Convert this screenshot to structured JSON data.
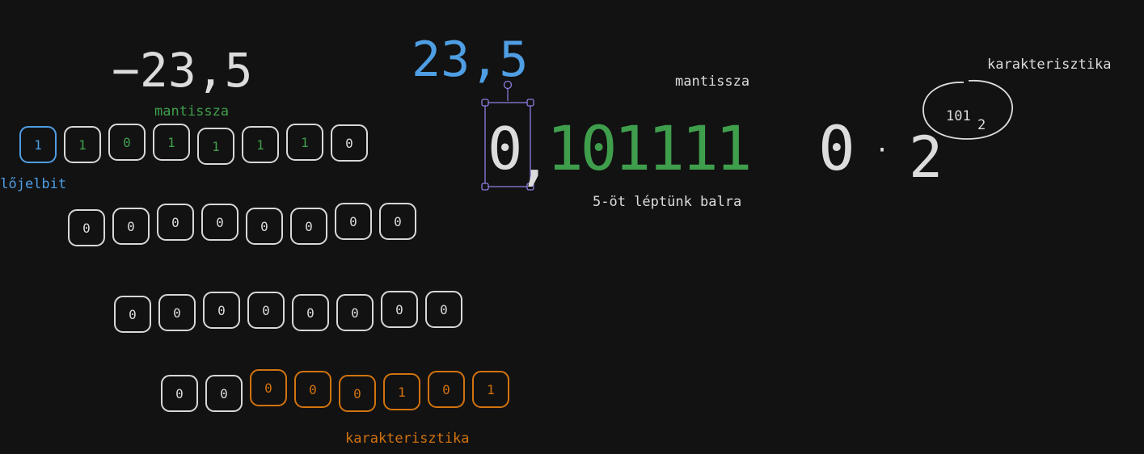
{
  "left": {
    "title": "−23,5",
    "mantissa_label": "mantissza",
    "sign_label": "előjelbit",
    "exponent_label": "karakterisztika",
    "rows": [
      [
        {
          "v": "1",
          "style": "blue"
        },
        {
          "v": "1",
          "style": "green"
        },
        {
          "v": "0",
          "style": "green"
        },
        {
          "v": "1",
          "style": "green"
        },
        {
          "v": "1",
          "style": "green"
        },
        {
          "v": "1",
          "style": "green"
        },
        {
          "v": "1",
          "style": "green"
        },
        {
          "v": "0",
          "style": "plain"
        }
      ],
      [
        {
          "v": "0",
          "style": "plain"
        },
        {
          "v": "0",
          "style": "plain"
        },
        {
          "v": "0",
          "style": "plain"
        },
        {
          "v": "0",
          "style": "plain"
        },
        {
          "v": "0",
          "style": "plain"
        },
        {
          "v": "0",
          "style": "plain"
        },
        {
          "v": "0",
          "style": "plain"
        },
        {
          "v": "0",
          "style": "plain"
        }
      ],
      [
        {
          "v": "0",
          "style": "plain"
        },
        {
          "v": "0",
          "style": "plain"
        },
        {
          "v": "0",
          "style": "plain"
        },
        {
          "v": "0",
          "style": "plain"
        },
        {
          "v": "0",
          "style": "plain"
        },
        {
          "v": "0",
          "style": "plain"
        },
        {
          "v": "0",
          "style": "plain"
        },
        {
          "v": "0",
          "style": "plain"
        }
      ],
      [
        {
          "v": "0",
          "style": "plain"
        },
        {
          "v": "0",
          "style": "plain"
        },
        {
          "v": "0",
          "style": "orange"
        },
        {
          "v": "0",
          "style": "orange"
        },
        {
          "v": "0",
          "style": "orange"
        },
        {
          "v": "1",
          "style": "orange"
        },
        {
          "v": "0",
          "style": "orange"
        },
        {
          "v": "1",
          "style": "orange"
        }
      ]
    ]
  },
  "right": {
    "title": "23,5",
    "mantissa_label": "mantissza",
    "shift_note": "5-öt léptünk balra",
    "exponent_label": "karakterisztika",
    "expression": {
      "int_part": "0",
      "comma": ",",
      "mantissa_digits": "101111",
      "trailing_digit": "0",
      "dot": "·",
      "base": "2"
    },
    "exponent_value": "101",
    "exponent_sub": "2"
  },
  "colors": {
    "background": "#121212",
    "text": "#dcdcdc",
    "green": "#3f9e4c",
    "blue": "#4f9ee3",
    "orange": "#d2730f",
    "selection": "#8d7fe0"
  }
}
